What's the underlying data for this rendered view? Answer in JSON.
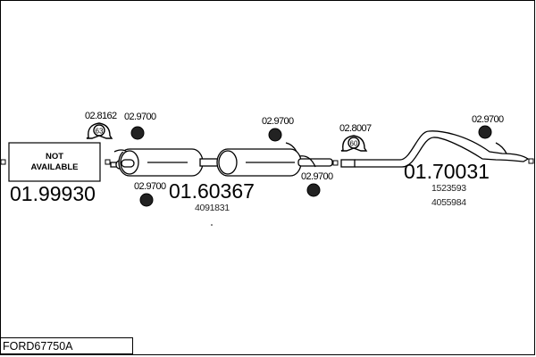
{
  "part_number": "FORD67750A",
  "sections": [
    {
      "code": "01.99930",
      "placeholder": "NOT AVAILABLE",
      "placeholder_lines": [
        "NOT",
        "AVAILABLE"
      ]
    },
    {
      "code": "01.60367",
      "oem_numbers": [
        "4091831"
      ]
    },
    {
      "code": "01.70031",
      "oem_numbers": [
        "1523593",
        "4055984"
      ]
    }
  ],
  "accessories": [
    {
      "code": "02.8162",
      "type": "clamp",
      "size": "63"
    },
    {
      "code": "02.9700",
      "type": "rubber-mount"
    },
    {
      "code": "02.9700",
      "type": "rubber-mount"
    },
    {
      "code": "02.9700",
      "type": "rubber-mount"
    },
    {
      "code": "02.9700",
      "type": "rubber-mount"
    },
    {
      "code": "02.8007",
      "type": "clamp",
      "size": "60"
    },
    {
      "code": "02.9700",
      "type": "rubber-mount"
    }
  ]
}
